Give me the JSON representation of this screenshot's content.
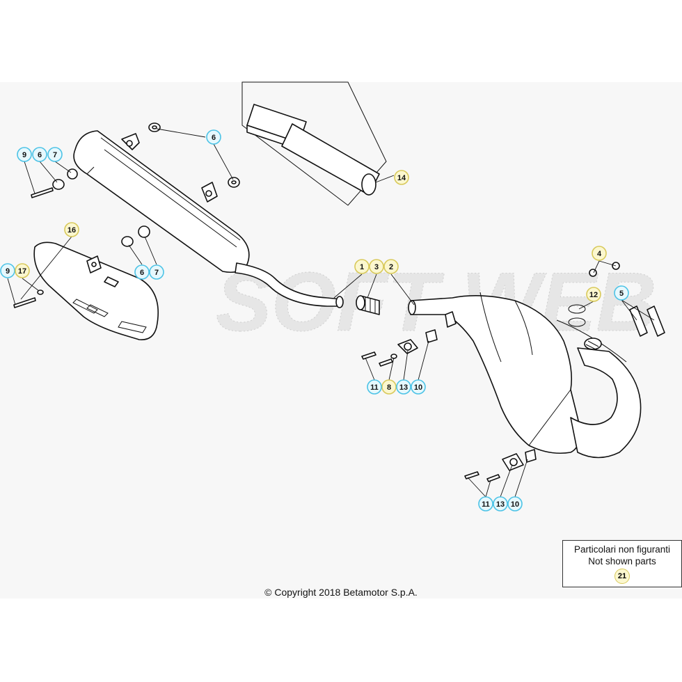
{
  "callouts": [
    {
      "id": "c1",
      "label": "1",
      "color": "yellow"
    },
    {
      "id": "c2",
      "label": "2",
      "color": "yellow"
    },
    {
      "id": "c3",
      "label": "3",
      "color": "yellow"
    },
    {
      "id": "c4",
      "label": "4",
      "color": "yellow"
    },
    {
      "id": "c5",
      "label": "5",
      "color": "cyan"
    },
    {
      "id": "c6a",
      "label": "6",
      "color": "cyan"
    },
    {
      "id": "c6b",
      "label": "6",
      "color": "cyan"
    },
    {
      "id": "c6c",
      "label": "6",
      "color": "cyan"
    },
    {
      "id": "c7a",
      "label": "7",
      "color": "cyan"
    },
    {
      "id": "c7b",
      "label": "7",
      "color": "cyan"
    },
    {
      "id": "c8",
      "label": "8",
      "color": "yellow"
    },
    {
      "id": "c9a",
      "label": "9",
      "color": "cyan"
    },
    {
      "id": "c9b",
      "label": "9",
      "color": "cyan"
    },
    {
      "id": "c10a",
      "label": "10",
      "color": "cyan"
    },
    {
      "id": "c10b",
      "label": "10",
      "color": "cyan"
    },
    {
      "id": "c11a",
      "label": "11",
      "color": "cyan"
    },
    {
      "id": "c11b",
      "label": "11",
      "color": "cyan"
    },
    {
      "id": "c12",
      "label": "12",
      "color": "yellow"
    },
    {
      "id": "c13a",
      "label": "13",
      "color": "cyan"
    },
    {
      "id": "c13b",
      "label": "13",
      "color": "cyan"
    },
    {
      "id": "c14",
      "label": "14",
      "color": "yellow"
    },
    {
      "id": "c16",
      "label": "16",
      "color": "yellow"
    },
    {
      "id": "c17",
      "label": "17",
      "color": "yellow"
    }
  ],
  "colors": {
    "yellow_fill": "#fbf7cf",
    "yellow_stroke": "#d8c95a",
    "cyan_fill": "#e6f8fd",
    "cyan_stroke": "#4cc3e6"
  },
  "watermark": "SOFT WEB",
  "note": {
    "line1": "Particolari non figuranti",
    "line2": "Not shown parts",
    "ref": "21"
  },
  "copyright": "© Copyright 2018 Betamotor S.p.A."
}
